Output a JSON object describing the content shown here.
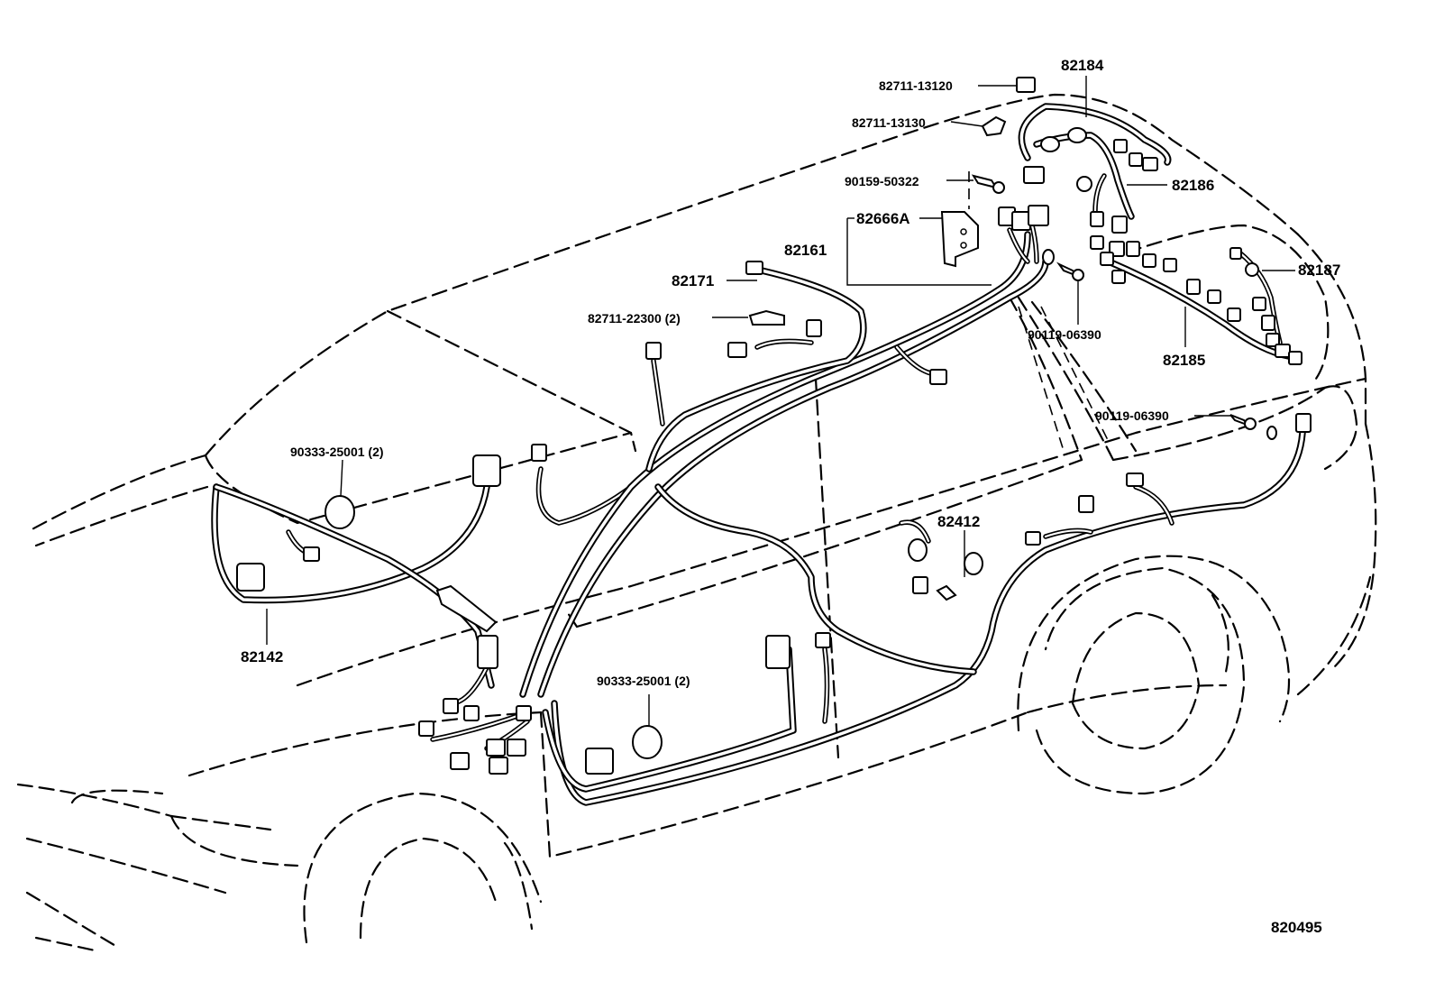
{
  "labels": {
    "p82184": "82184",
    "p82711_13120": "82711-13120",
    "p82711_13130": "82711-13130",
    "p90159_50322": "90159-50322",
    "p82186": "82186",
    "p82666A": "82666A",
    "p82161": "82161",
    "p82187": "82187",
    "p82171": "82171",
    "p82711_22300": "82711-22300 (2)",
    "p90119_06390_a": "90119-06390",
    "p82185": "82185",
    "p90119_06390_b": "90119-06390",
    "p90333_25001_a": "90333-25001 (2)",
    "p82412": "82412",
    "p82142": "82142",
    "p90333_25001_b": "90333-25001 (2)",
    "ref": "820495"
  }
}
